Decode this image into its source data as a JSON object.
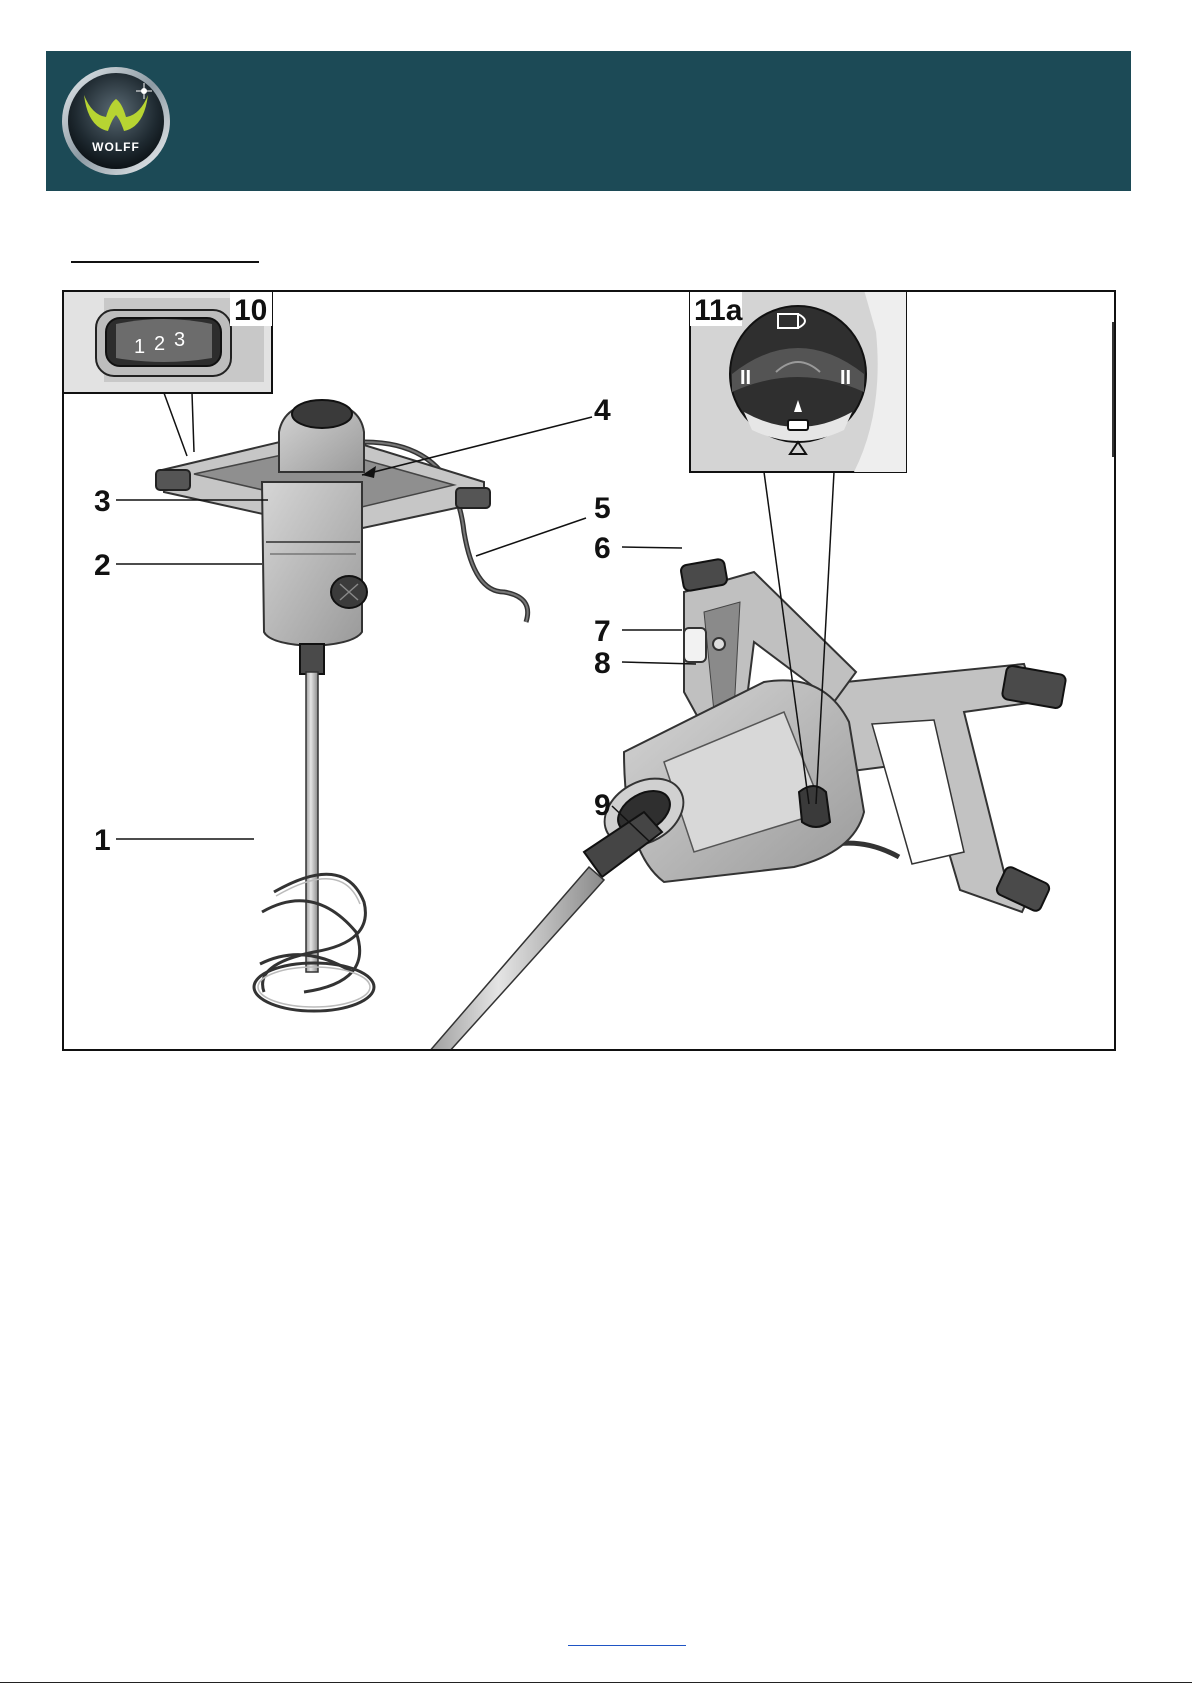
{
  "brand": {
    "logo_text": "WOLFF",
    "icon": "wolff-logo-icon",
    "header_color": "#1c4a56"
  },
  "figure": {
    "callouts": [
      "1",
      "2",
      "3",
      "4",
      "5",
      "6",
      "7",
      "8",
      "9"
    ],
    "inset_speed": {
      "label": "10",
      "digits": [
        "1",
        "2",
        "3"
      ]
    },
    "inset_gear": {
      "label": "11a",
      "marks": [
        "II",
        "II"
      ]
    }
  }
}
